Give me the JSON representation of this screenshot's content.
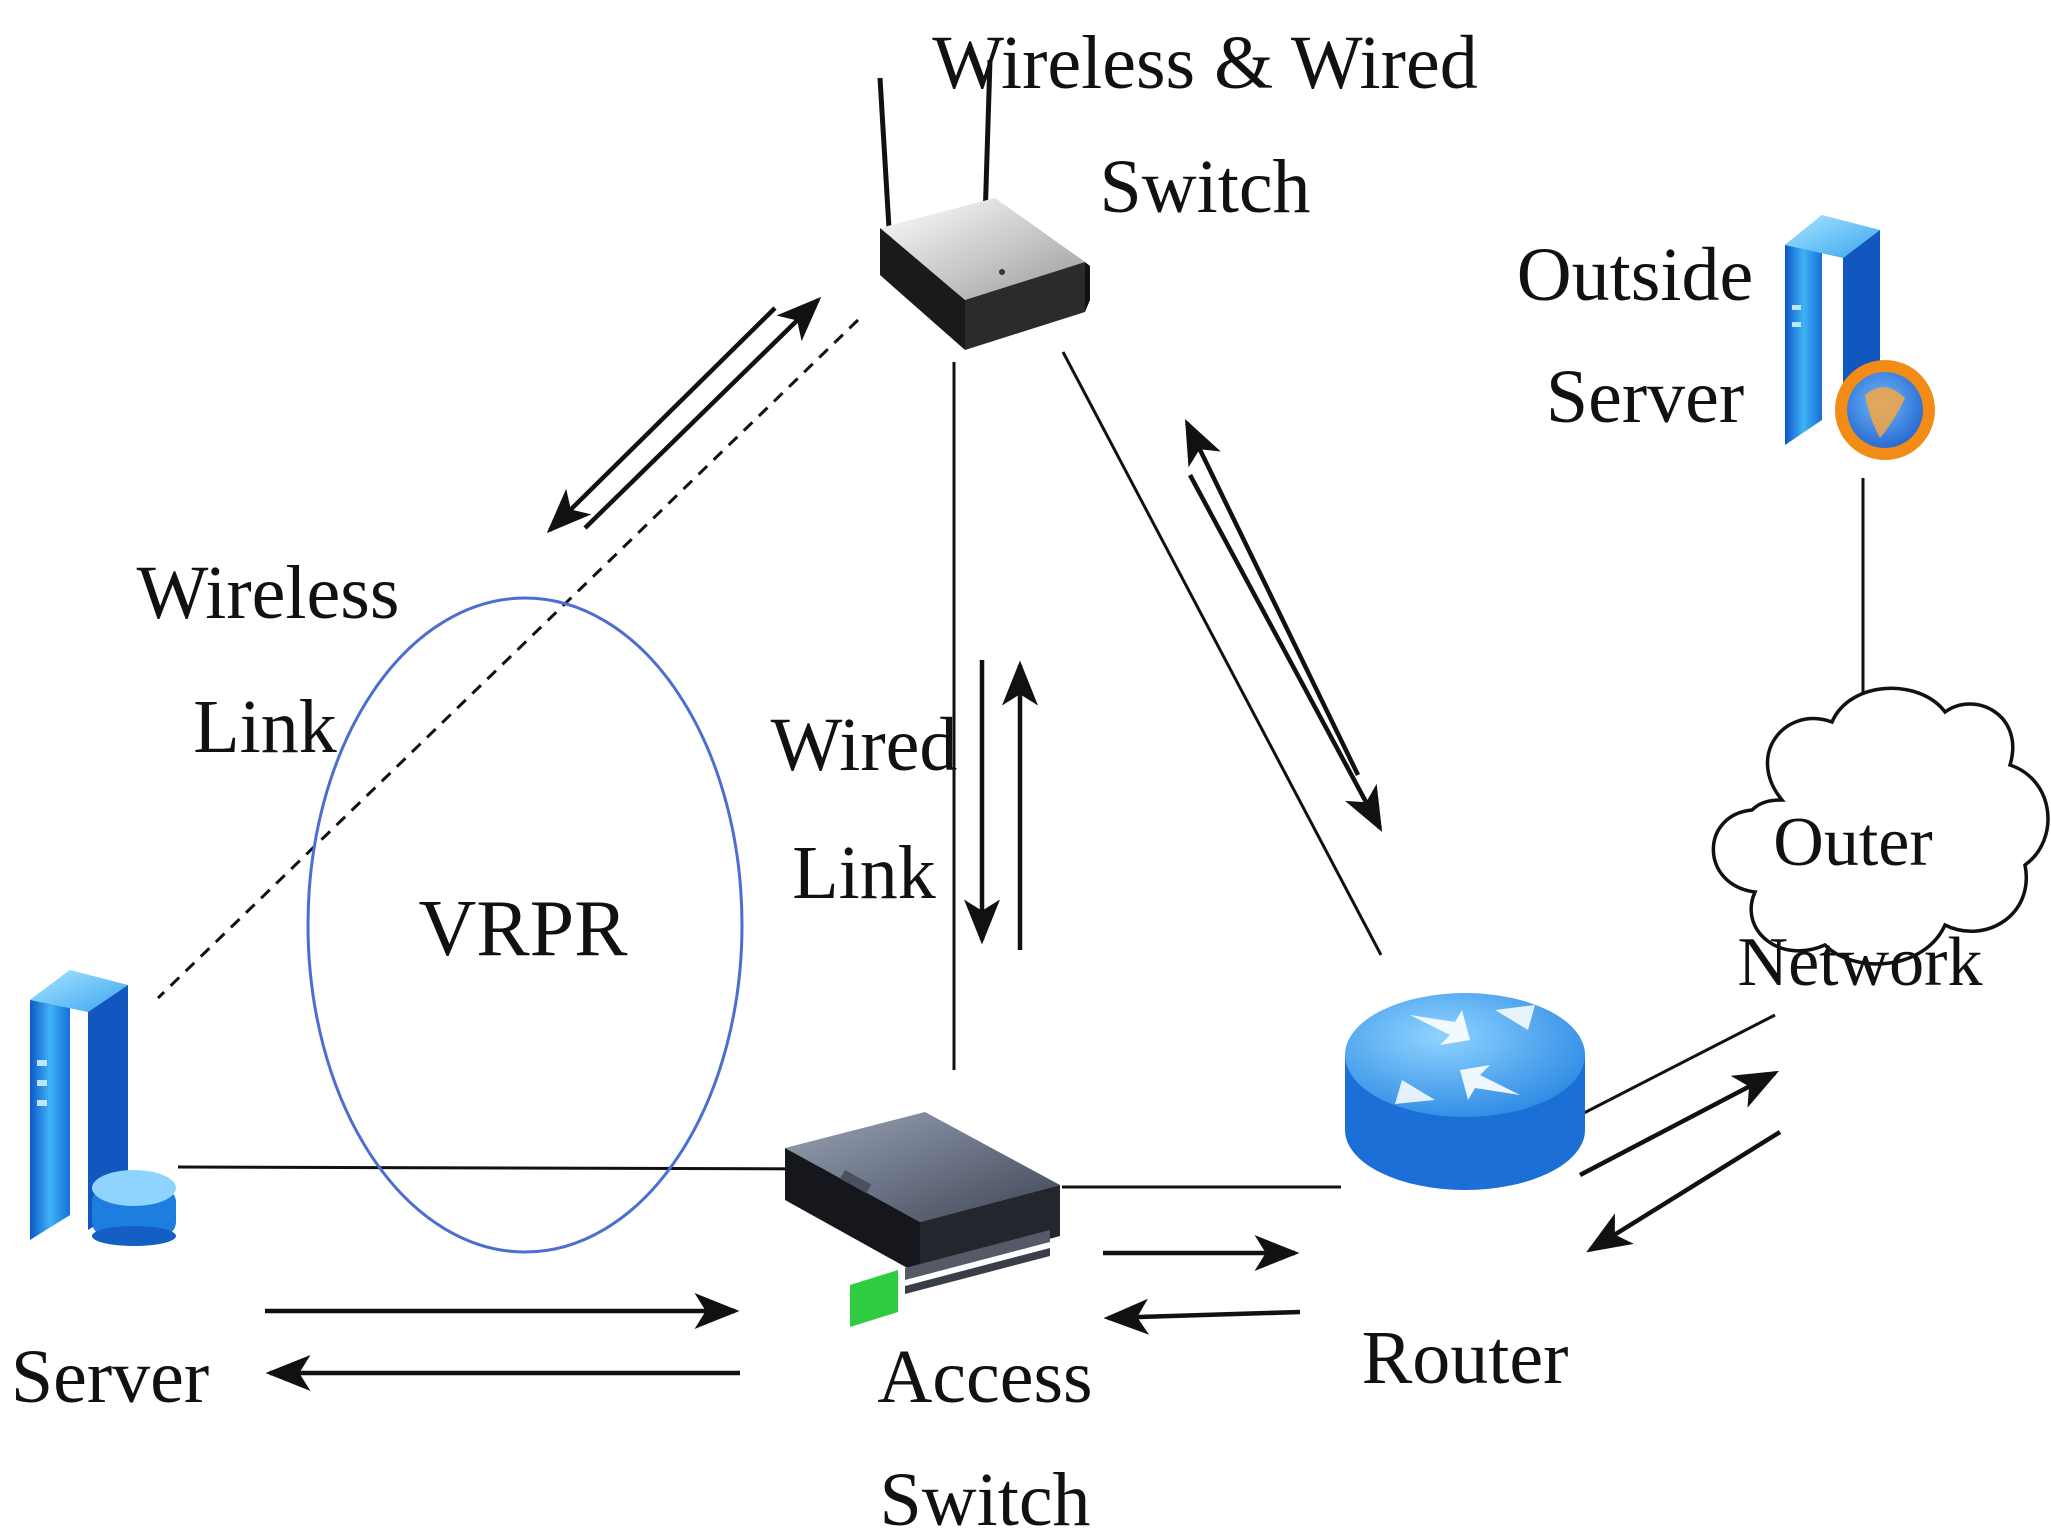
{
  "labels": {
    "wireless_wired_switch": [
      "Wireless & Wired",
      "Switch"
    ],
    "outside_server": [
      "Outside",
      "Server"
    ],
    "wireless_link": [
      "Wireless",
      "Link"
    ],
    "wired_link": [
      "Wired",
      "Link"
    ],
    "vrpr": "VRPR",
    "outer_network": [
      "Outer",
      "Network"
    ],
    "server": "Server",
    "access_switch": [
      "Access",
      "Switch"
    ],
    "router": "Router"
  },
  "icons": [
    "server-icon",
    "wireless-router-icon",
    "access-switch-icon",
    "router-icon",
    "outside-server-icon",
    "cloud-icon"
  ],
  "colors": {
    "line": "#111111",
    "vrpr_ring": "#4a6fd0",
    "device_blue": "#1e88e5",
    "switch_green": "#2ecc40"
  }
}
